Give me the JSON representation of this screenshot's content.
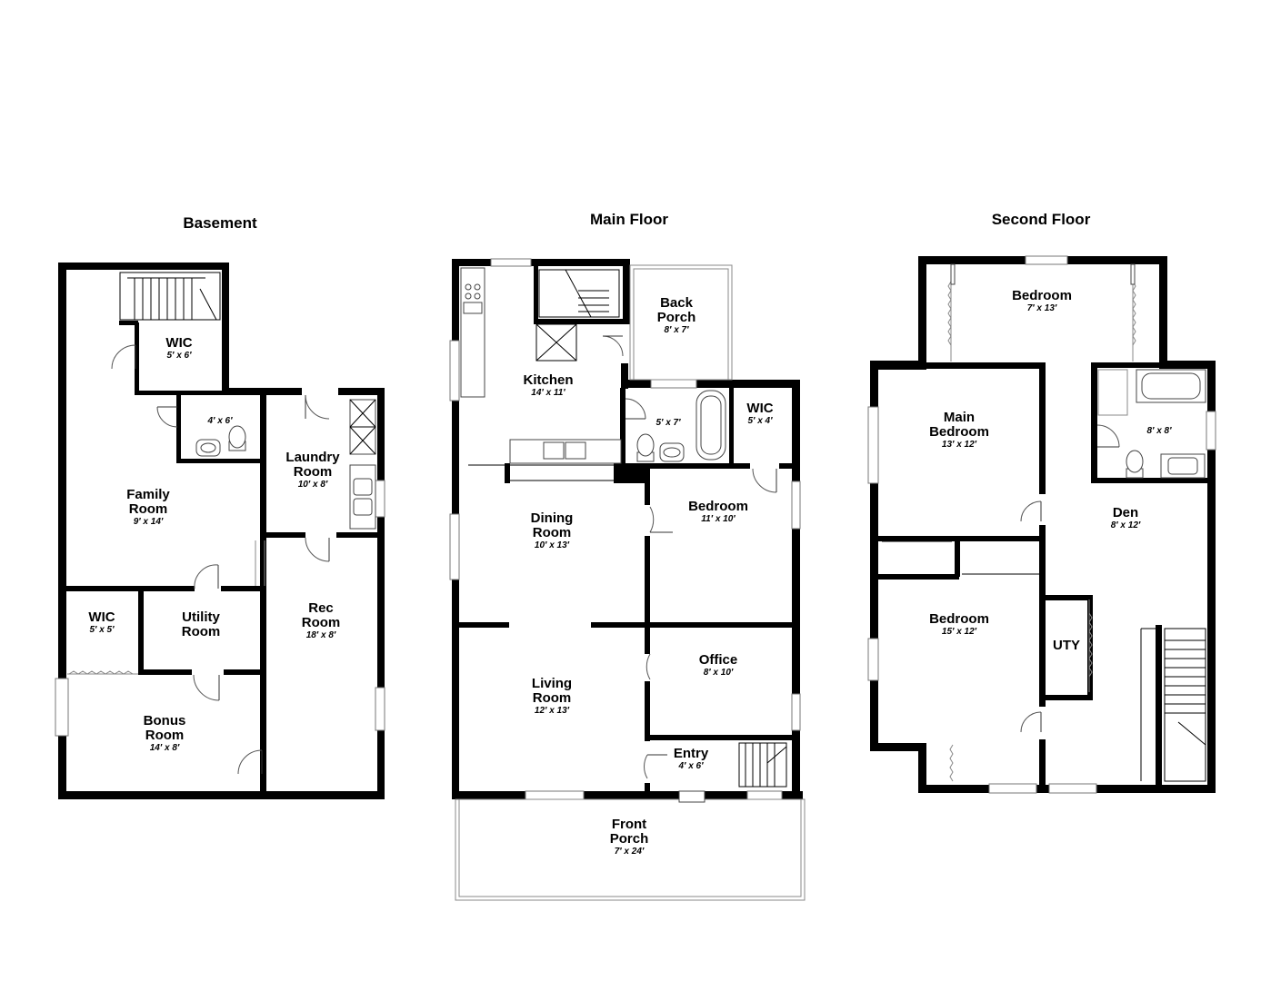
{
  "floors": [
    {
      "title": "Basement",
      "rooms": [
        {
          "name": [
            "WIC"
          ],
          "dim": "5′ x 6′"
        },
        {
          "name": [],
          "dim": "4′ x 6′"
        },
        {
          "name": [
            "Family",
            "Room"
          ],
          "dim": "9′ x 14′"
        },
        {
          "name": [
            "Laundry",
            "Room"
          ],
          "dim": "10′ x 8′"
        },
        {
          "name": [
            "WIC"
          ],
          "dim": "5′ x 5′"
        },
        {
          "name": [
            "Utility",
            "Room"
          ],
          "dim": ""
        },
        {
          "name": [
            "Rec",
            "Room"
          ],
          "dim": "18′ x 8′"
        },
        {
          "name": [
            "Bonus",
            "Room"
          ],
          "dim": "14′ x 8′"
        }
      ]
    },
    {
      "title": "Main Floor",
      "rooms": [
        {
          "name": [
            "Back",
            "Porch"
          ],
          "dim": "8′ x 7′"
        },
        {
          "name": [
            "Kitchen"
          ],
          "dim": "14′ x 11′"
        },
        {
          "name": [],
          "dim": "5′ x 7′"
        },
        {
          "name": [
            "WIC"
          ],
          "dim": "5′ x 4′"
        },
        {
          "name": [
            "Bedroom"
          ],
          "dim": "11′ x 10′"
        },
        {
          "name": [
            "Dining",
            "Room"
          ],
          "dim": "10′ x 13′"
        },
        {
          "name": [
            "Office"
          ],
          "dim": "8′ x 10′"
        },
        {
          "name": [
            "Living",
            "Room"
          ],
          "dim": "12′ x 13′"
        },
        {
          "name": [
            "Entry"
          ],
          "dim": "4′ x 6′"
        },
        {
          "name": [
            "Front",
            "Porch"
          ],
          "dim": "7′ x 24′"
        }
      ]
    },
    {
      "title": "Second Floor",
      "rooms": [
        {
          "name": [
            "Bedroom"
          ],
          "dim": "7′ x 13′"
        },
        {
          "name": [
            "Main",
            "Bedroom"
          ],
          "dim": "13′ x 12′"
        },
        {
          "name": [],
          "dim": "8′ x 8′"
        },
        {
          "name": [
            "Den"
          ],
          "dim": "8′ x 12′"
        },
        {
          "name": [
            "Bedroom"
          ],
          "dim": "15′ x 12′"
        },
        {
          "name": [
            "UTY"
          ],
          "dim": ""
        }
      ]
    }
  ]
}
